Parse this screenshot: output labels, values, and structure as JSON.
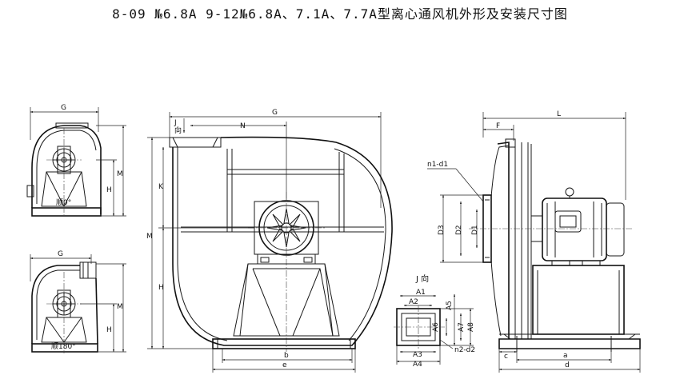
{
  "title": "8-09  №6.8A  9-12№6.8A、7.1A、7.7A型离心通风机外形及安装尺寸图",
  "views": {
    "small_top": {
      "G": "G",
      "H": "H",
      "M": "M",
      "rotation": "顺0°"
    },
    "small_bottom": {
      "G": "G",
      "H": "H",
      "M": "M",
      "rotation": "顺180°"
    },
    "front": {
      "G": "G",
      "N": "N",
      "J": "J",
      "xiang": "向",
      "K": "K",
      "M": "M",
      "H": "H",
      "b": "b",
      "e": "e"
    },
    "j_view": {
      "title": "J 向",
      "A1": "A1",
      "A2": "A2",
      "A3": "A3",
      "A4": "A4",
      "A5": "A5",
      "A6": "A6",
      "A7": "A7",
      "A8": "A8",
      "n2d2": "n2-d2"
    },
    "side": {
      "L": "L",
      "F": "F",
      "n1d1": "n1-d1",
      "D3": "D3",
      "D2": "D2",
      "D1": "D1",
      "c": "c",
      "a": "a",
      "d": "d"
    }
  }
}
